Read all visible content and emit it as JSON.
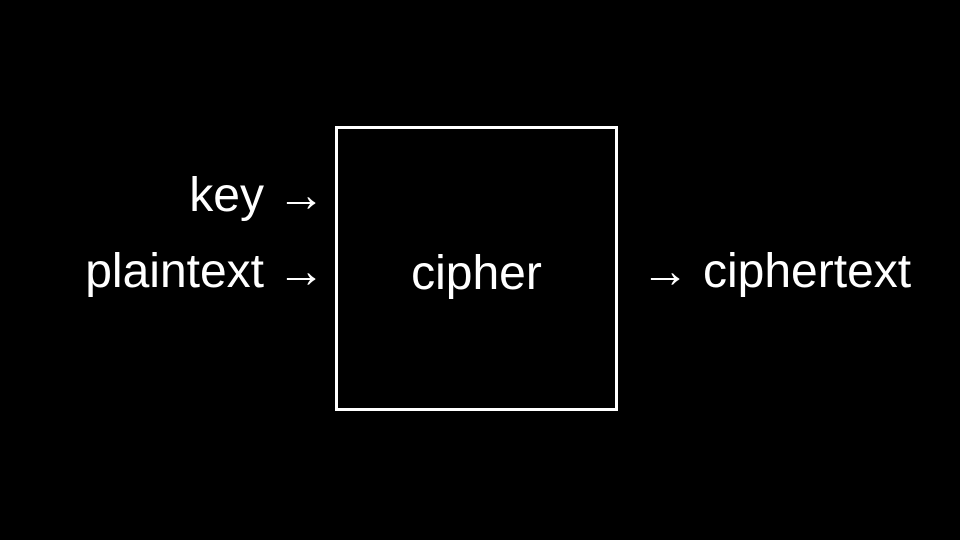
{
  "slide": {
    "background_color": "#000000",
    "text_color": "#ffffff",
    "arrow_glyph": "→",
    "inputs": [
      {
        "label": "key"
      },
      {
        "label": "plaintext"
      }
    ],
    "box": {
      "label": "cipher"
    },
    "output": {
      "label": "ciphertext"
    }
  }
}
